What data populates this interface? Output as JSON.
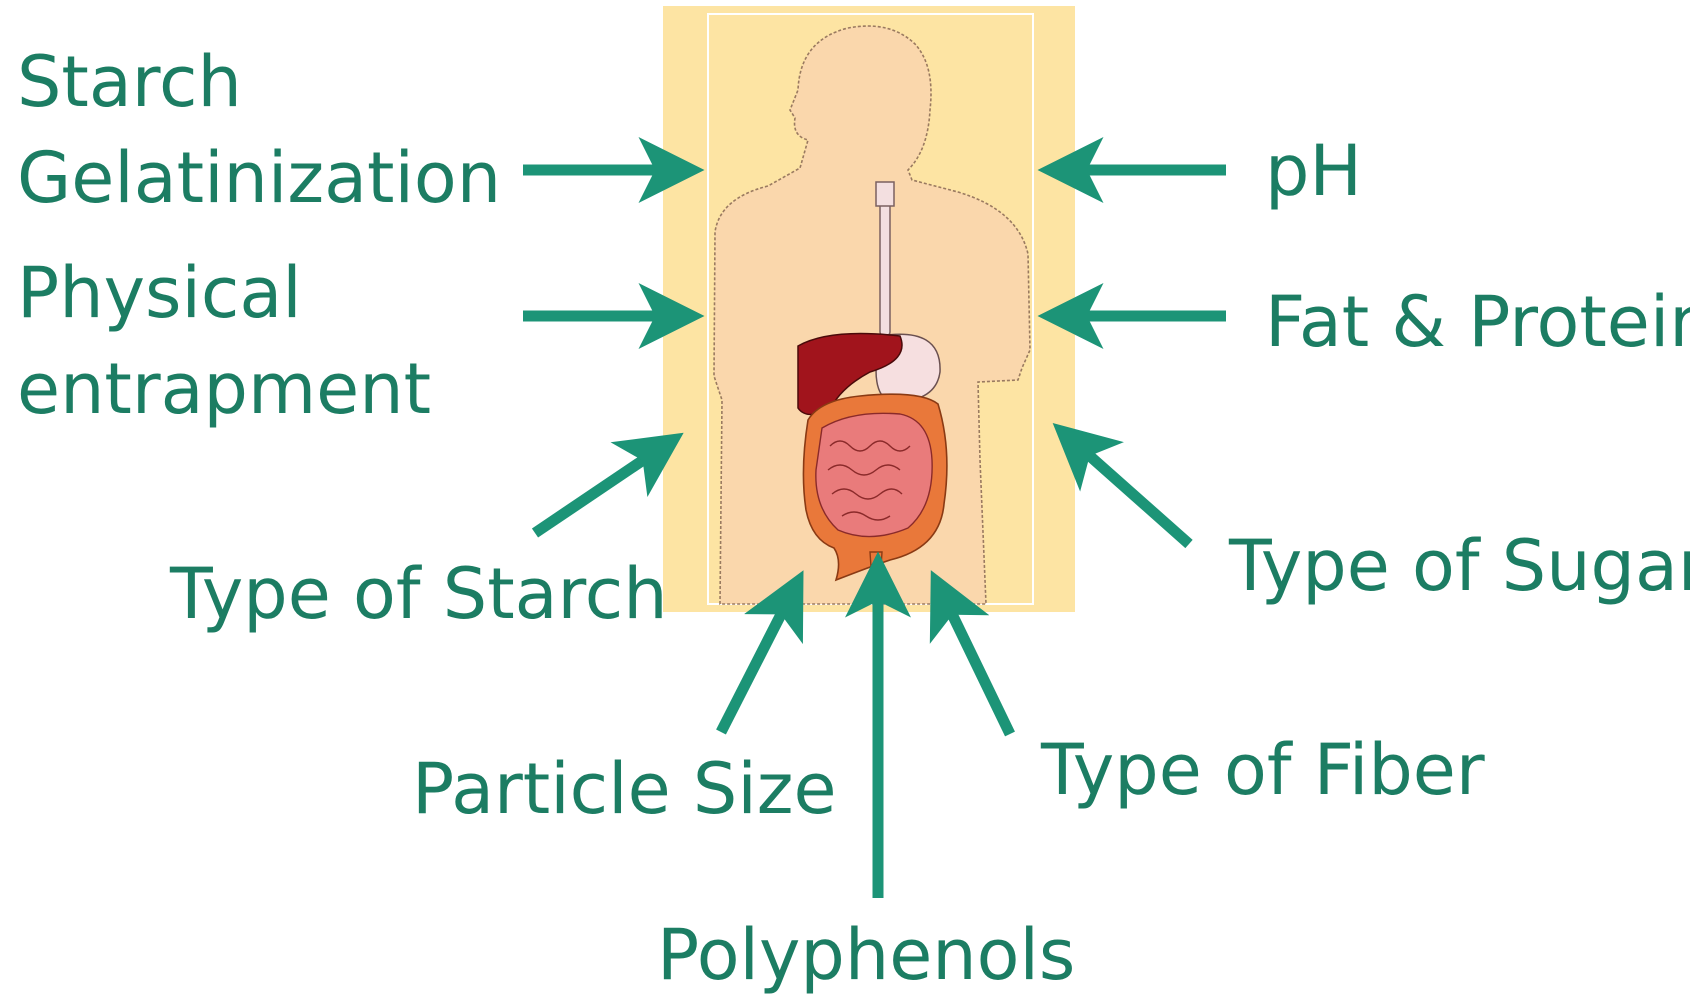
{
  "colors": {
    "text": "#1c7d63",
    "arrow": "#1c9477",
    "panel_background": "#fde4a3",
    "skin": "#fad7ac",
    "liver": "#a1141c",
    "intestine_small": "#e97b7b",
    "intestine_large": "#e9783a"
  },
  "factors": {
    "starch_gelatinization": [
      "Starch",
      "Gelatinization"
    ],
    "physical_entrapment": [
      "Physical",
      "entrapment"
    ],
    "type_of_starch": "Type of Starch",
    "particle_size": "Particle Size",
    "polyphenols": "Polyphenols",
    "type_of_fiber": "Type of Fiber",
    "type_of_sugar": "Type of Sugar",
    "fat_and_protein": "Fat & Protein",
    "ph": "pH"
  },
  "illustration": {
    "icon": "human-digestive-system-icon"
  }
}
